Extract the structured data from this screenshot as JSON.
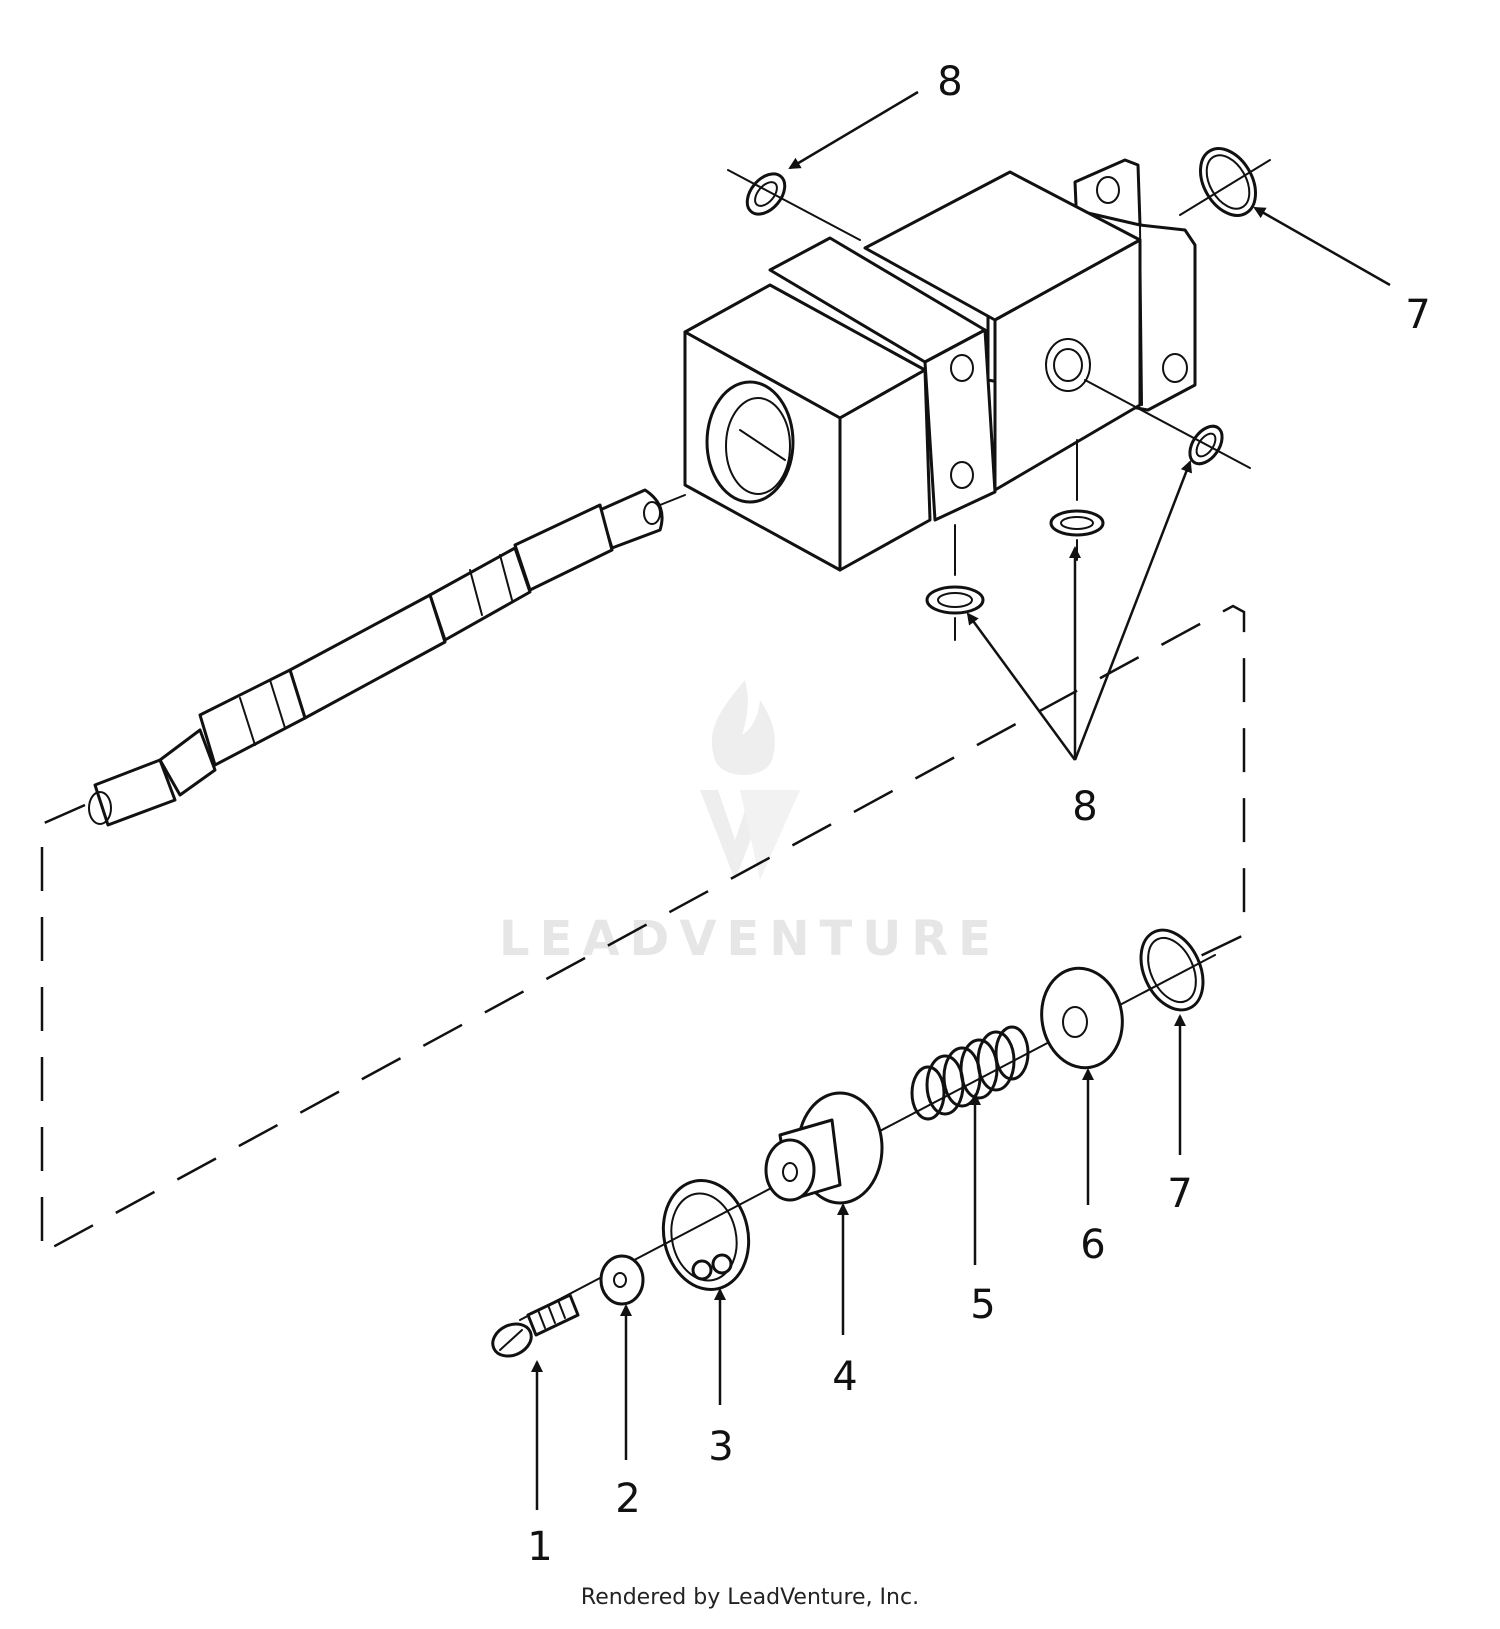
{
  "watermark": {
    "text": "LEADVENTURE"
  },
  "footer": {
    "text": "Rendered by LeadVenture, Inc."
  },
  "callouts": {
    "c1": "1",
    "c2": "2",
    "c3": "3",
    "c4": "4",
    "c5": "5",
    "c6": "6",
    "c7_bottom": "7",
    "c7_top": "7",
    "c8_top": "8",
    "c8_bottom": "8"
  }
}
